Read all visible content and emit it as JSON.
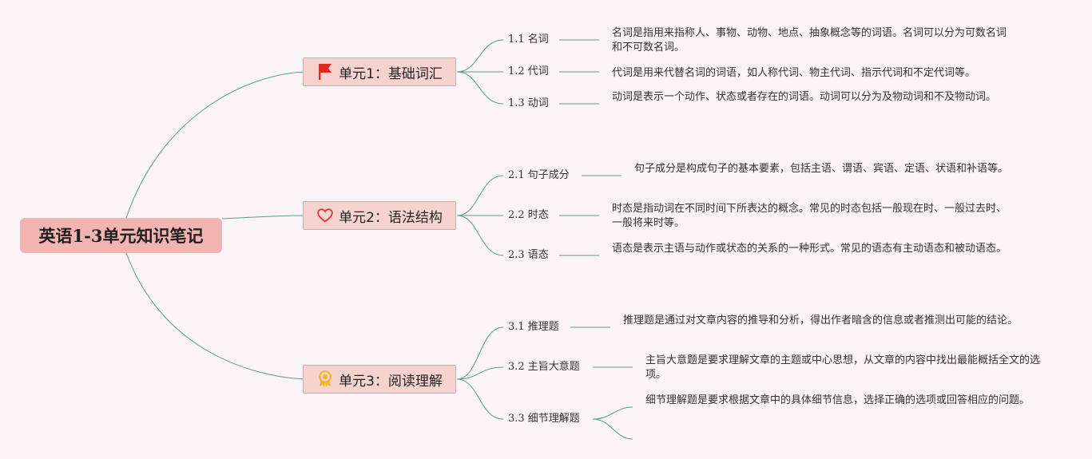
{
  "root": {
    "label": "英语1-3单元知识笔记"
  },
  "units": [
    {
      "label": "单元1：基础词汇",
      "icon": "flag-icon",
      "color": "#e02b20",
      "topics": [
        {
          "label": "1.1 名词",
          "desc": "名词是指用来指称人、事物、动物、地点、抽象概念等的词语。名词可以分为可数名词和不可数名词。"
        },
        {
          "label": "1.2 代词",
          "desc": "代词是用来代替名词的词语，如人称代词、物主代词、指示代词和不定代词等。"
        },
        {
          "label": "1.3 动词",
          "desc": "动词是表示一个动作、状态或者存在的词语。动词可以分为及物动词和不及物动词。"
        }
      ]
    },
    {
      "label": "单元2：语法结构",
      "icon": "heart-icon",
      "color": "#d93a3a",
      "topics": [
        {
          "label": "2.1 句子成分",
          "desc": "句子成分是构成句子的基本要素，包括主语、谓语、宾语、定语、状语和补语等。"
        },
        {
          "label": "2.2 时态",
          "desc": "时态是指动词在不同时间下所表达的概念。常见的时态包括一般现在时、一般过去时、一般将来时等。"
        },
        {
          "label": "2.3 语态",
          "desc": "语态是表示主语与动作或状态的关系的一种形式。常见的语态有主动语态和被动语态。"
        }
      ]
    },
    {
      "label": "单元3：阅读理解",
      "icon": "award-icon",
      "color": "#f0b429",
      "topics": [
        {
          "label": "3.1 推理题",
          "desc": "推理题是通过对文章内容的推导和分析，得出作者暗含的信息或者推测出可能的结论。"
        },
        {
          "label": "3.2 主旨大意题",
          "desc": "主旨大意题是要求理解文章的主题或中心思想，从文章的内容中找出最能概括全文的选项。"
        },
        {
          "label": "3.3 细节理解题",
          "desc": "细节理解题是要求根据文章中的具体细节信息，选择正确的选项或回答相应的问题。"
        }
      ]
    }
  ]
}
